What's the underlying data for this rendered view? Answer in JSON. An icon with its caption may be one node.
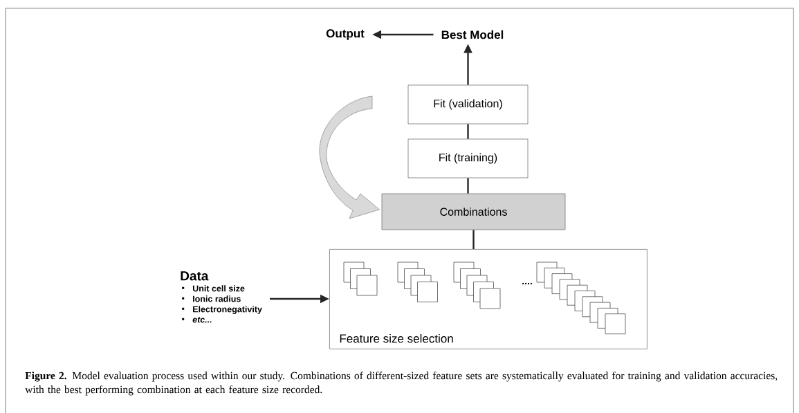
{
  "diagram": {
    "caption": "**Figure 2.** Model evaluation process used within our study. Combinations of different-sized feature sets are systematically evaluated for training and validation accuracies, with the best performing combination at each feature size recorded.",
    "nodes": [
      {
        "text": [
          "Output"
        ]
      },
      {
        "text": [
          "Best Model"
        ]
      },
      {
        "text": [
          "Fit (validation)"
        ]
      },
      {
        "text": [
          "Fit (training)"
        ]
      },
      {
        "text": [
          "Combinations"
        ]
      },
      {
        "text": [
          "Feature size selection"
        ]
      },
      {
        "text": [
          "Data",
          "Unit cell size",
          "Ionic radius",
          "Electronegativity",
          "etc..."
        ]
      }
    ],
    "edges": [
      {
        "from": 1,
        "to": 0,
        "arrow": "to"
      },
      {
        "from": 2,
        "to": 1,
        "arrow": "to"
      },
      {
        "from": 3,
        "to": 2,
        "arrow": "none"
      },
      {
        "from": 4,
        "to": 3,
        "arrow": "none"
      },
      {
        "from": 5,
        "to": 4,
        "arrow": "none"
      },
      {
        "from": 6,
        "to": 5,
        "arrow": "to"
      },
      {
        "from": null,
        "to": 4,
        "arrow": "to"
      }
    ],
    "labels": [
      "...."
    ]
  }
}
